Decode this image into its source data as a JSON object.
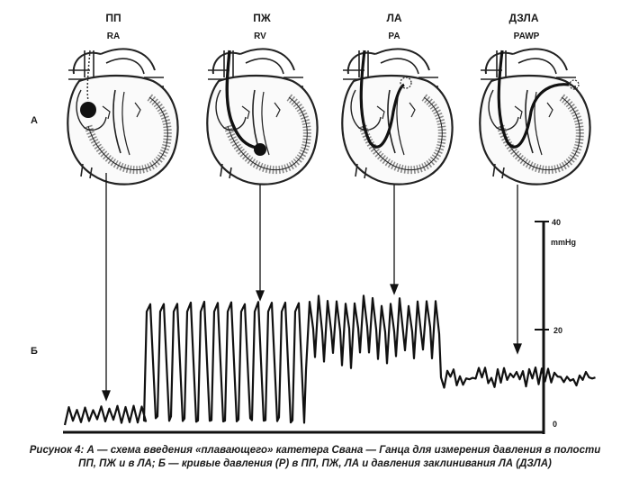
{
  "stages": [
    {
      "ru": "ПП",
      "en": "RA"
    },
    {
      "ru": "ПЖ",
      "en": "RV"
    },
    {
      "ru": "ЛА",
      "en": "PA"
    },
    {
      "ru": "ДЗЛА",
      "en": "PAWP"
    }
  ],
  "row_labels": {
    "a": "А",
    "b": "Б"
  },
  "axis": {
    "top": "40",
    "unit": "mmHg",
    "mid": "20",
    "zero": "0"
  },
  "caption": {
    "line1": "Рисунок 4: А — схема введения «плавающего» катетера Свана — Ганца для измерения давления в полости",
    "line2": "ПП, ПЖ и в ЛА; Б — кривые давления (Р) в ПП, ПЖ, ЛА и давления заклинивания ЛА (ДЗЛА)"
  }
}
